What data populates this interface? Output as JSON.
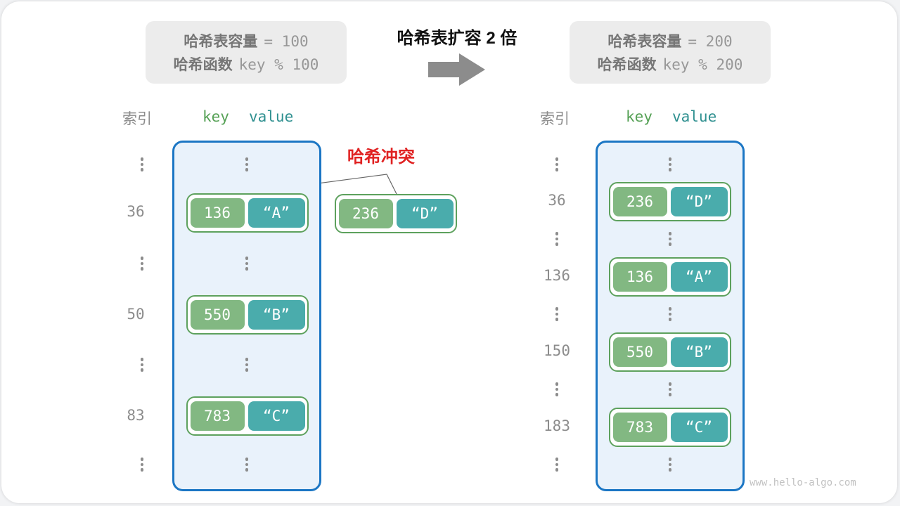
{
  "left_info": {
    "line1_label": "哈希表容量",
    "line1_value": "= 100",
    "line2_label": "哈希函数",
    "line2_value": "key % 100"
  },
  "right_info": {
    "line1_label": "哈希表容量",
    "line1_value": "= 200",
    "line2_label": "哈希函数",
    "line2_value": "key % 200"
  },
  "center": {
    "title": "哈希表扩容 2 倍"
  },
  "collision": {
    "label": "哈希冲突"
  },
  "left_table": {
    "headers": {
      "index": "索引",
      "key": "key",
      "value": "value"
    },
    "rows": [
      {
        "type": "ellipsis"
      },
      {
        "index": "36",
        "key": "136",
        "value": "“A”"
      },
      {
        "type": "ellipsis"
      },
      {
        "index": "50",
        "key": "550",
        "value": "“B”"
      },
      {
        "type": "ellipsis"
      },
      {
        "index": "83",
        "key": "783",
        "value": "“C”"
      },
      {
        "type": "ellipsis"
      }
    ]
  },
  "outside_pair": {
    "key": "236",
    "value": "“D”"
  },
  "right_table": {
    "headers": {
      "index": "索引",
      "key": "key",
      "value": "value"
    },
    "rows": [
      {
        "type": "ellipsis"
      },
      {
        "index": "36",
        "key": "236",
        "value": "“D”"
      },
      {
        "type": "ellipsis"
      },
      {
        "index": "136",
        "key": "136",
        "value": "“A”"
      },
      {
        "type": "ellipsis"
      },
      {
        "index": "150",
        "key": "550",
        "value": "“B”"
      },
      {
        "type": "ellipsis"
      },
      {
        "index": "183",
        "key": "783",
        "value": "“C”"
      },
      {
        "type": "ellipsis"
      }
    ]
  },
  "watermark": "www.hello-algo.com",
  "colors": {
    "table_border": "#1b76c4",
    "table_bg": "#e9f2fb",
    "pair_border": "#5da15d",
    "key_bg": "#82b882",
    "value_bg": "#4aacac",
    "key_header": "#56a156",
    "value_header": "#2f9090",
    "collision_red": "#e02222",
    "gray_text": "#8c8c8c",
    "arrow_gray": "#8c8c8c",
    "infobox_bg": "#ececec"
  }
}
